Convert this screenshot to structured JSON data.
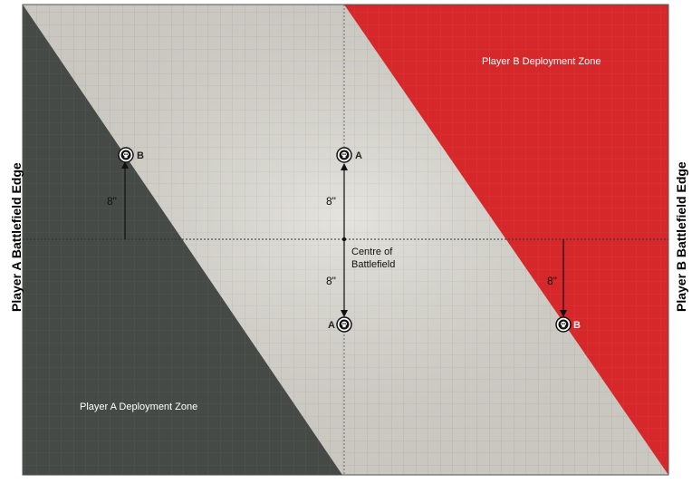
{
  "edges": {
    "player_a": "Player A Battlefield Edge",
    "player_b": "Player B Battlefield Edge"
  },
  "zones": {
    "player_a": "Player A Deployment Zone",
    "player_b": "Player B Deployment Zone"
  },
  "centre_label_line1": "Centre of",
  "centre_label_line2": "Battlefield",
  "objectives": [
    {
      "id": "b-left",
      "label": "B"
    },
    {
      "id": "a-top",
      "label": "A"
    },
    {
      "id": "a-bottom",
      "label": "A"
    },
    {
      "id": "b-right",
      "label": "B"
    }
  ],
  "distances": {
    "left": "8\"",
    "centre_up": "8\"",
    "centre_down": "8\"",
    "right": "8\""
  },
  "colors": {
    "player_a_zone": "#464a47",
    "player_b_zone": "#d6282b",
    "neutral": "#dcdad2",
    "grid": "#b9b7ae"
  },
  "icons": {
    "objective": "skull-icon"
  }
}
